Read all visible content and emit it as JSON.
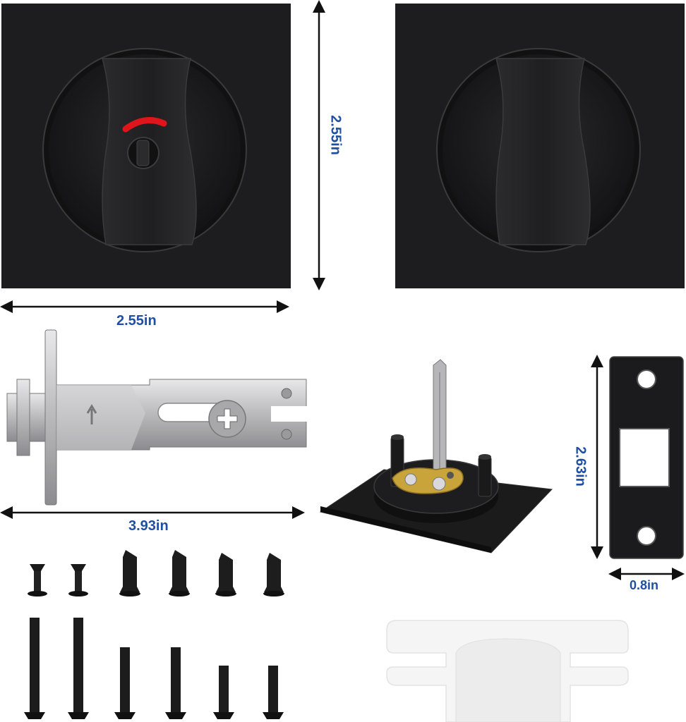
{
  "dimensions": {
    "rose_height": "2.55in",
    "rose_width": "2.55in",
    "latch_length": "3.93in",
    "strike_height": "2.63in",
    "strike_width": "0.8in"
  },
  "colors": {
    "label_blue": "#1f4fa3",
    "plate_black": "#1c1c1e",
    "indicator_red": "#e0151b",
    "latch_steel": "#c9c9cb",
    "brass": "#c9a43a",
    "template_white": "#f4f4f4"
  }
}
